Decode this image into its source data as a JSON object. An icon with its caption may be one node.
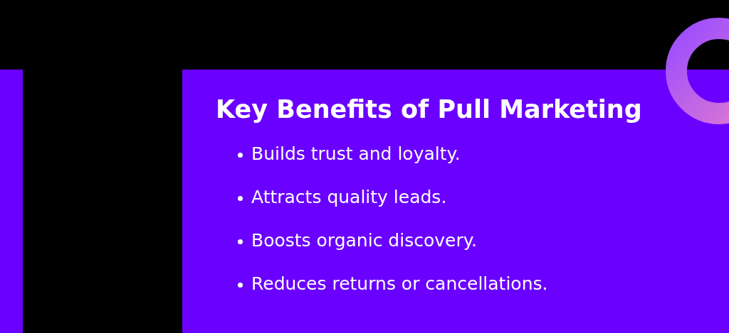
{
  "diagram": {
    "title": "Key Benefits of Pull Marketing",
    "labels": [
      "Builds trust and loyalty.",
      "Attracts quality leads.",
      "Boosts organic discovery.",
      "Reduces returns or cancellations."
    ]
  }
}
